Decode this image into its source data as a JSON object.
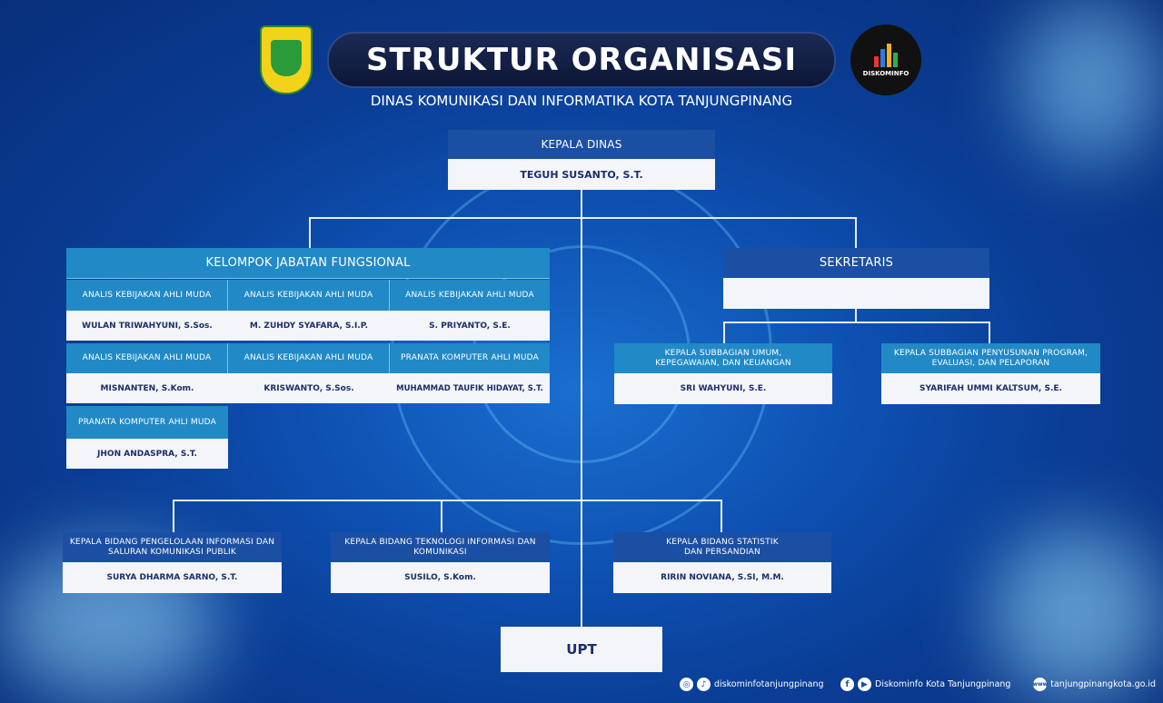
{
  "header": {
    "title": "STRUKTUR ORGANISASI",
    "subtitle": "DINAS KOMUNIKASI DAN INFORMATIKA KOTA TANJUNGPINANG",
    "right_logo_text": "DISKOMINFO"
  },
  "kepala_dinas": {
    "title": "KEPALA DINAS",
    "name": "TEGUH SUSANTO, S.T."
  },
  "fungsional": {
    "title": "KELOMPOK JABATAN FUNGSIONAL",
    "members": [
      {
        "role": "ANALIS KEBIJAKAN AHLI MUDA",
        "name": "WULAN TRIWAHYUNI, S.Sos."
      },
      {
        "role": "ANALIS KEBIJAKAN AHLI MUDA",
        "name": "M. ZUHDY SYAFARA, S.I.P."
      },
      {
        "role": "ANALIS KEBIJAKAN AHLI MUDA",
        "name": "S. PRIYANTO, S.E."
      },
      {
        "role": "ANALIS KEBIJAKAN AHLI MUDA",
        "name": "MISNANTEN, S.Kom."
      },
      {
        "role": "ANALIS KEBIJAKAN AHLI MUDA",
        "name": "KRISWANTO, S.Sos."
      },
      {
        "role": "PRANATA KOMPUTER AHLI MUDA",
        "name": "MUHAMMAD TAUFIK HIDAYAT, S.T."
      },
      {
        "role": "PRANATA KOMPUTER AHLI MUDA",
        "name": "JHON ANDASPRA, S.T."
      }
    ]
  },
  "sekretaris": {
    "title": "SEKRETARIS",
    "name": ""
  },
  "subbagian": [
    {
      "role": "KEPALA SUBBAGIAN UMUM, KEPEGAWAIAN, DAN KEUANGAN",
      "name": "SRI WAHYUNI, S.E."
    },
    {
      "role": "KEPALA SUBBAGIAN PENYUSUNAN PROGRAM, EVALUASI, DAN PELAPORAN",
      "name": "SYARIFAH UMMI KALTSUM, S.E."
    }
  ],
  "bidang": [
    {
      "role": "KEPALA BIDANG PENGELOLAAN INFORMASI DAN SALURAN KOMUNIKASI PUBLIK",
      "name": "SURYA DHARMA SARNO, S.T."
    },
    {
      "role": "KEPALA BIDANG TEKNOLOGI INFORMASI DAN KOMUNIKASI",
      "name": "SUSILO, S.Kom."
    },
    {
      "role": "KEPALA BIDANG STATISTIK DAN PERSANDIAN",
      "name": "RIRIN NOVIANA, S.SI, M.M."
    }
  ],
  "upt": {
    "label": "UPT"
  },
  "footer": {
    "social_handle": "diskominfotanjungpinang",
    "facebook_youtube": "Diskominfo Kota Tanjungpinang",
    "website": "tanjungpinangkota.go.id"
  }
}
